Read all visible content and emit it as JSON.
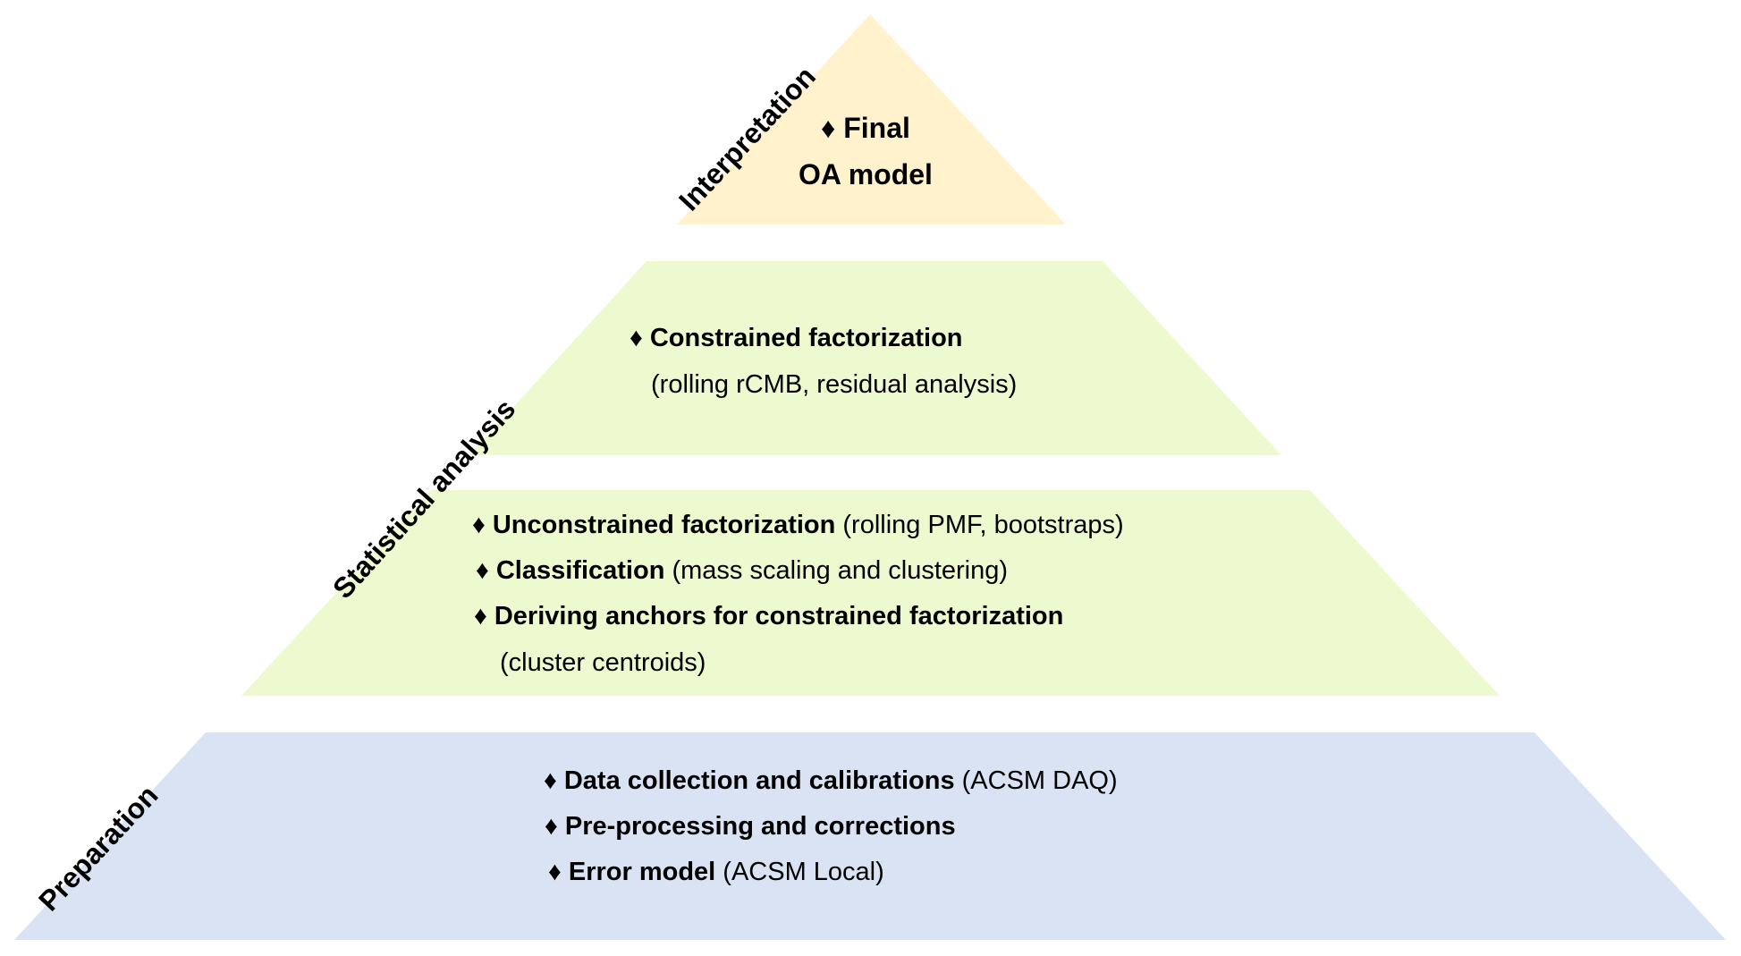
{
  "colors": {
    "interpretation_fill": "#FFF2CC",
    "statistical_fill": "#EDF9CE",
    "preparation_fill": "#DAE3F3",
    "text": "#000000",
    "background": "#FFFFFF"
  },
  "bullet_glyph": "♦",
  "stage_labels": {
    "interpretation": "Interpretation",
    "statistical": "Statistical analysis",
    "preparation": "Preparation"
  },
  "tiers": {
    "top": {
      "line1": "♦ Final",
      "line2": "OA model"
    },
    "upper_middle": {
      "item1_bold": "♦ Constrained factorization",
      "item1_detail": "(rolling rCMB, residual analysis)"
    },
    "lower_middle": {
      "item1_bold": "♦ Unconstrained factorization",
      "item1_detail": " (rolling PMF, bootstraps)",
      "item2_bold": "♦ Classification",
      "item2_detail": " (mass scaling and clustering)",
      "item3_bold": "♦ Deriving anchors for constrained factorization",
      "item3_detail": "(cluster centroids)"
    },
    "bottom": {
      "item1_bold": "♦ Data collection and calibrations",
      "item1_detail": " (ACSM DAQ)",
      "item2_bold": "♦ Pre-processing and corrections",
      "item3_bold": "♦ Error model",
      "item3_detail": " (ACSM Local)"
    }
  }
}
